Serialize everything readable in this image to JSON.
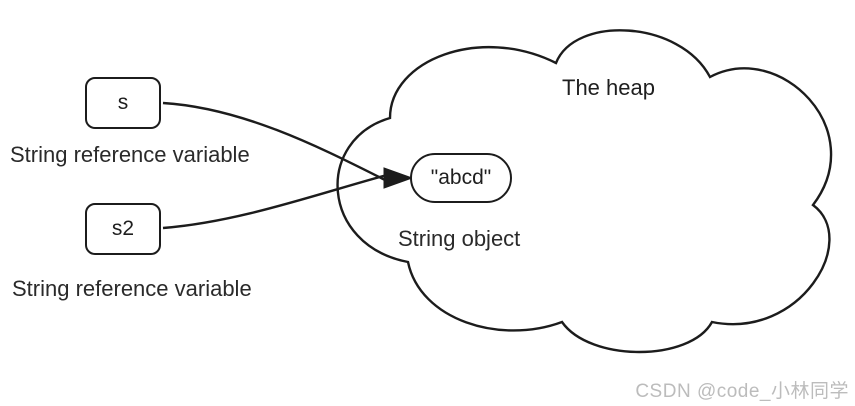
{
  "diagram": {
    "s_box": {
      "label": "s",
      "caption": "String reference variable"
    },
    "s2_box": {
      "label": "s2",
      "caption": "String reference variable"
    },
    "heap": {
      "title": "The heap"
    },
    "string_object": {
      "value": "\"abcd\"",
      "caption": "String object"
    }
  },
  "watermark": {
    "text": "CSDN @code_小林同学"
  },
  "colors": {
    "stroke": "#1c1c1c",
    "text": "#2a2a2a",
    "watermark": "#bcbcbc",
    "background": "#ffffff"
  }
}
